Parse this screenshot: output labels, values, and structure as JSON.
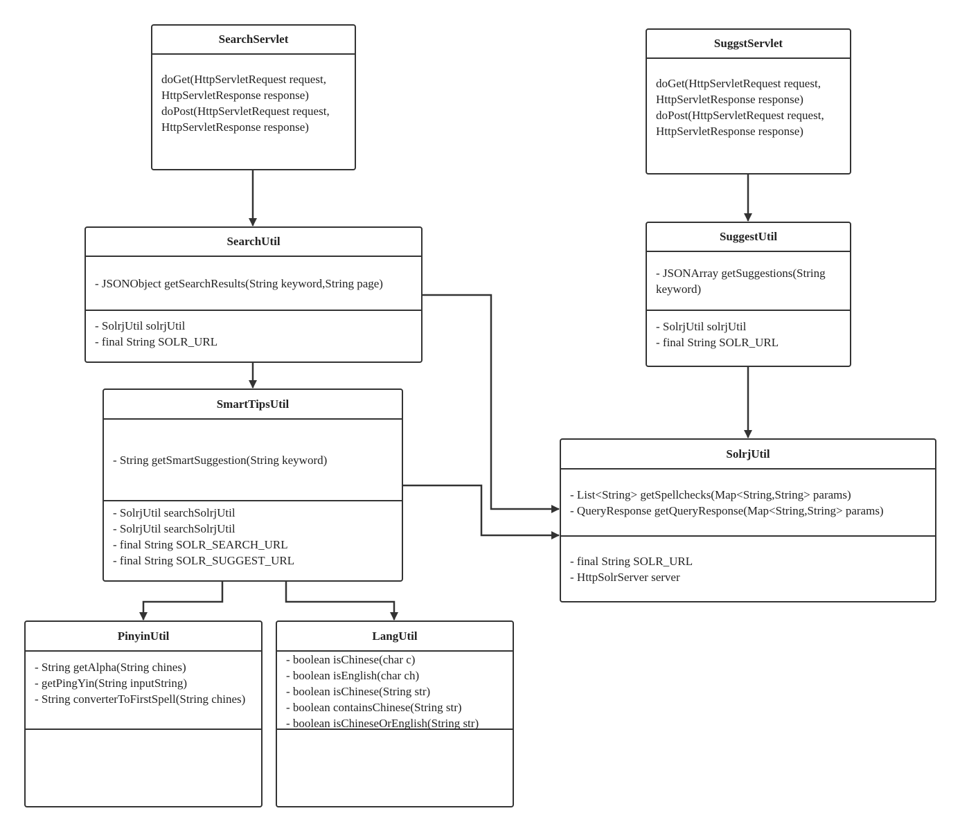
{
  "classes": {
    "search_servlet": {
      "name": "SearchServlet",
      "methods": [
        "doGet(HttpServletRequest request, HttpServletResponse response)",
        "doPost(HttpServletRequest request, HttpServletResponse response)"
      ],
      "fields": []
    },
    "suggst_servlet": {
      "name": "SuggstServlet",
      "methods": [
        "doGet(HttpServletRequest request, HttpServletResponse response)",
        "doPost(HttpServletRequest request, HttpServletResponse response)"
      ],
      "fields": []
    },
    "search_util": {
      "name": "SearchUtil",
      "methods": [
        "- JSONObject getSearchResults(String keyword,String page)"
      ],
      "fields": [
        "- SolrjUtil solrjUtil",
        "- final String SOLR_URL"
      ]
    },
    "suggest_util": {
      "name": "SuggestUtil",
      "methods": [
        "- JSONArray getSuggestions(String keyword)"
      ],
      "fields": [
        "- SolrjUtil solrjUtil",
        "- final String SOLR_URL"
      ]
    },
    "smart_tips_util": {
      "name": "SmartTipsUtil",
      "methods": [
        "- String getSmartSuggestion(String keyword)"
      ],
      "fields": [
        "- SolrjUtil searchSolrjUtil",
        "- SolrjUtil searchSolrjUtil",
        "- final String SOLR_SEARCH_URL",
        "- final String SOLR_SUGGEST_URL"
      ]
    },
    "solrj_util": {
      "name": "SolrjUtil",
      "methods": [
        "- List<String> getSpellchecks(Map<String,String> params)",
        "- QueryResponse getQueryResponse(Map<String,String> params)"
      ],
      "fields": [
        "- final String SOLR_URL",
        "- HttpSolrServer server"
      ]
    },
    "pinyin_util": {
      "name": "PinyinUtil",
      "methods": [
        "- String getAlpha(String chines)",
        "- getPingYin(String inputString)",
        "- String converterToFirstSpell(String chines)"
      ],
      "fields": []
    },
    "lang_util": {
      "name": "LangUtil",
      "methods": [
        "- boolean isChinese(char c)",
        "- boolean isEnglish(char ch)",
        "- boolean isChinese(String str)",
        "- boolean containsChinese(String str)",
        "- boolean isChineseOrEnglish(String str)"
      ],
      "fields": []
    }
  },
  "colors": {
    "line": "#333333",
    "text": "#222222",
    "background": "#ffffff"
  }
}
